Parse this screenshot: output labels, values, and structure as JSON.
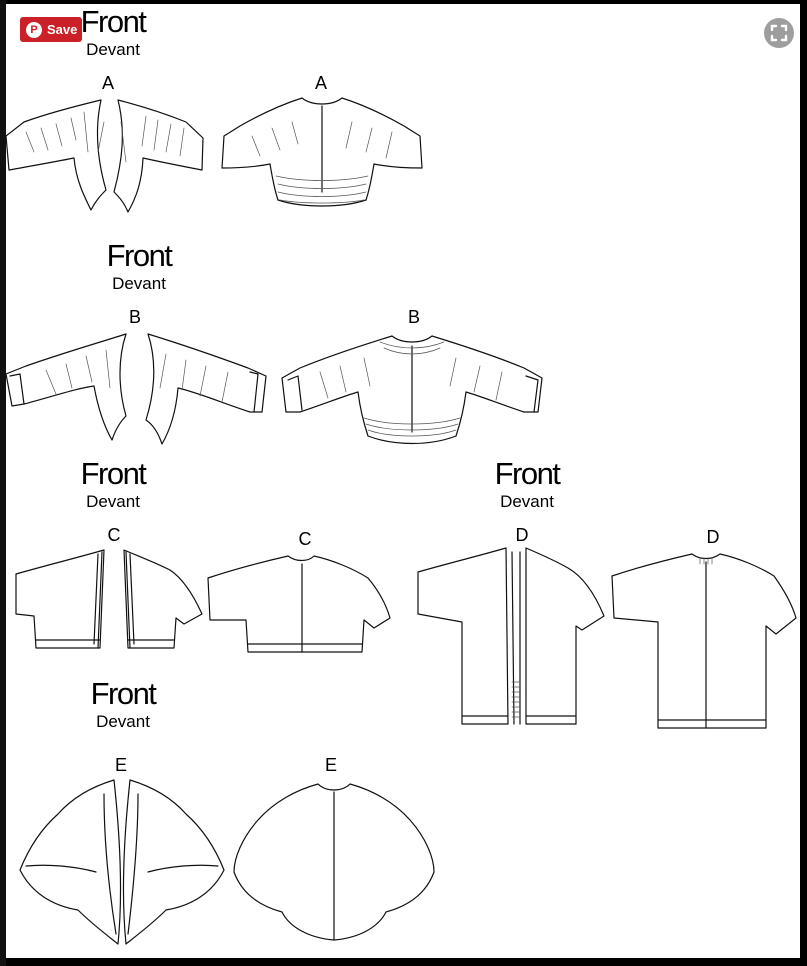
{
  "toolbar": {
    "save_label": "Save",
    "save_icon": "pinterest-icon",
    "expand_icon": "expand-icon"
  },
  "colors": {
    "save_bg": "#cb2027",
    "expand_bg": "#9e9e9e",
    "line": "#111111",
    "page": "#ffffff"
  },
  "views": {
    "a": {
      "front": "Front",
      "devant": "Devant",
      "front_letter": "A",
      "back_letter": "A"
    },
    "b": {
      "front": "Front",
      "devant": "Devant",
      "front_letter": "B",
      "back_letter": "B"
    },
    "c": {
      "front": "Front",
      "devant": "Devant",
      "front_letter": "C",
      "back_letter": "C"
    },
    "d": {
      "front": "Front",
      "devant": "Devant",
      "front_letter": "D",
      "back_letter": "D"
    },
    "e": {
      "front": "Front",
      "devant": "Devant",
      "front_letter": "E",
      "back_letter": "E"
    }
  }
}
